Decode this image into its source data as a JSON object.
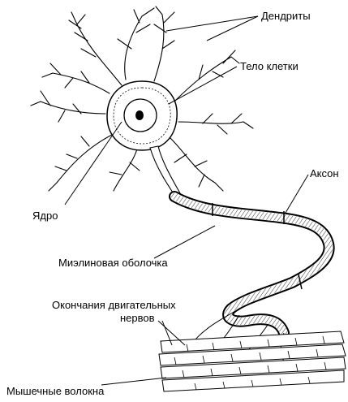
{
  "labels": {
    "dendrites": "Дендриты",
    "cell_body": "Тело клетки",
    "axon": "Аксон",
    "nucleus": "Ядро",
    "myelin_sheath": "Миэлиновая оболочка",
    "motor_endings_line1": "Окончания двигательных",
    "motor_endings_line2": "нервов",
    "muscle_fibers": "Мышечные волокна"
  },
  "colors": {
    "ink": "#000000",
    "background": "#ffffff"
  }
}
